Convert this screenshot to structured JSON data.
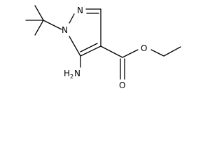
{
  "molecule": {
    "atoms": {
      "ring_nitrogen": "N",
      "substituted_nitrogen": "N",
      "amino_group": "H",
      "amino_subscript": "2",
      "amino_nitrogen": "N",
      "carbonyl_oxygen": "O",
      "ester_oxygen": "O"
    }
  },
  "colors": {
    "bond": "#000000",
    "label": "#000000",
    "background": "#ffffff"
  }
}
